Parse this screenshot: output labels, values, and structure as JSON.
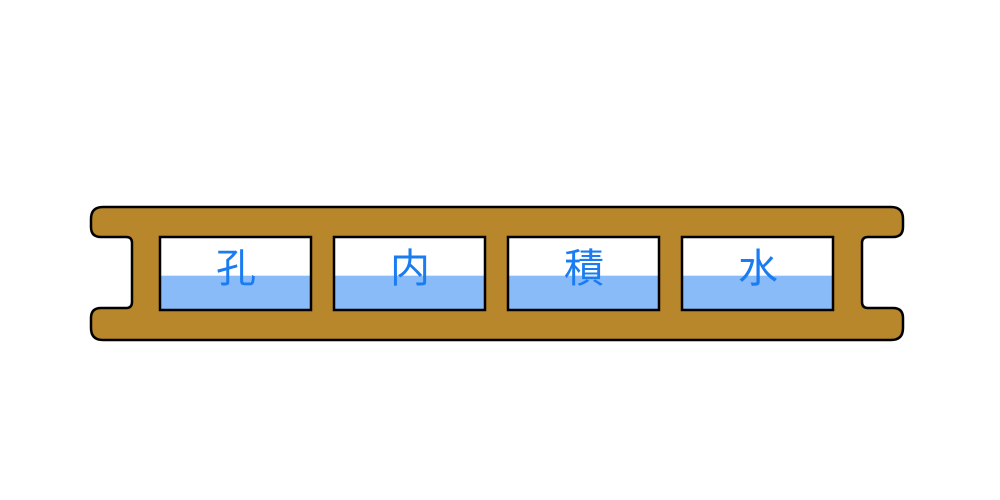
{
  "colors": {
    "board": "#B8862B",
    "water": "#88BBF8",
    "text": "#1A7CF0",
    "outline": "#000000"
  },
  "holes": [
    {
      "label": "孔",
      "water_fill_fraction": 0.47
    },
    {
      "label": "内",
      "water_fill_fraction": 0.47
    },
    {
      "label": "積",
      "water_fill_fraction": 0.47
    },
    {
      "label": "水",
      "water_fill_fraction": 0.47
    }
  ]
}
